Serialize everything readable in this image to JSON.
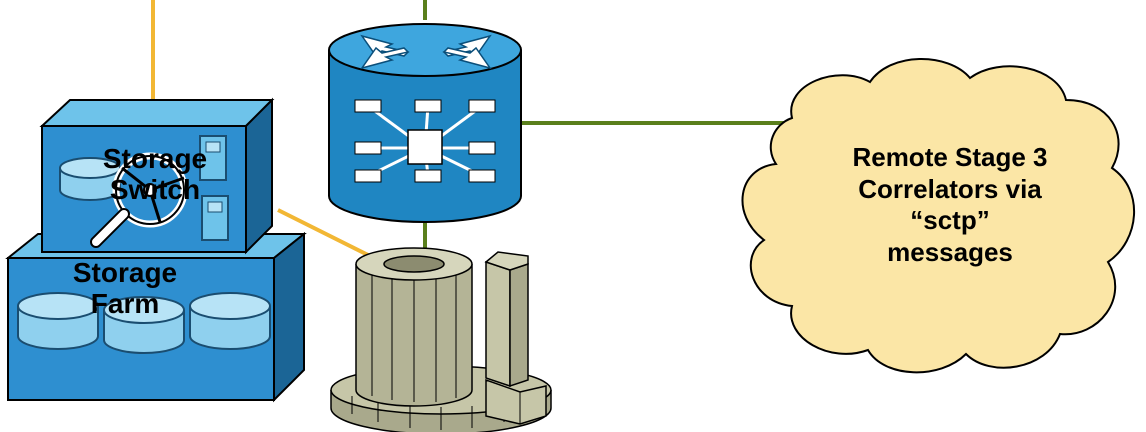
{
  "storage_switch": {
    "label_line1": "Storage",
    "label_line2": "Switch"
  },
  "storage_farm": {
    "label_line1": "Storage",
    "label_line2": "Farm"
  },
  "cloud": {
    "line1": "Remote Stage 3",
    "line2": "Correlators via",
    "line3": "“sctp”",
    "line4": "messages"
  },
  "colors": {
    "storage_link": "#f2b734",
    "network_link": "#5a7f1c",
    "device_blue_front": "#2e8fd0",
    "device_blue_top": "#6ec3ea",
    "device_blue_side": "#1b6596",
    "cloud_fill": "#fbe6a6",
    "cloud_border": "#000000",
    "server_fill": "#c6c6a8"
  },
  "icons": {
    "router": "router-icon",
    "storage_switch": "storage-switch-icon",
    "storage_farm": "storage-farm-icon",
    "server": "server-cluster-icon",
    "cloud": "cloud-icon"
  }
}
